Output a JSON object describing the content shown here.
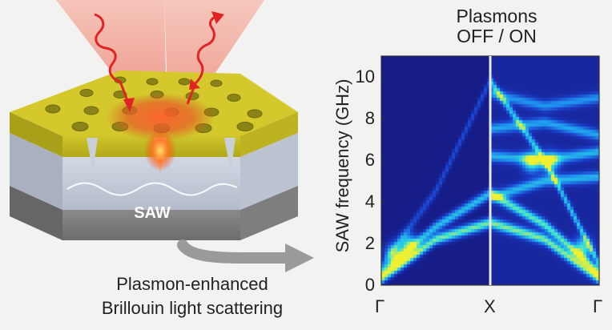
{
  "sample_label": "SAW",
  "caption": [
    "Plasmon-enhanced",
    "Brillouin light scattering"
  ],
  "plasmons_title": [
    "Plasmons",
    "OFF / ON"
  ],
  "colors": {
    "gold": "#c8c020",
    "substrate_top": "#c4ccd8",
    "substrate_bottom": "#7a7a7a",
    "laser": "#e83030",
    "arrow_gray": "#9a9a9a"
  },
  "icons": [
    "incoming-wavy-arrow-icon",
    "outgoing-wavy-arrow-icon",
    "process-arrow-icon"
  ],
  "chart_data": {
    "type": "heatmap",
    "title": "Plasmons OFF / ON",
    "ylabel": "SAW frequency (GHz)",
    "xlabel": "",
    "ylim": [
      0,
      11
    ],
    "y_ticks": [
      "0",
      "2",
      "4",
      "6",
      "8",
      "10"
    ],
    "x_ticks": [
      "Γ",
      "X",
      "Γ"
    ],
    "panels": [
      "OFF",
      "ON"
    ],
    "colormap": [
      "#141478",
      "#1c3cc8",
      "#1e90f0",
      "#30e0e0",
      "#f0f030"
    ],
    "bands": [
      {
        "name": "",
        "points": [
          [
            0.0,
            0.3
          ],
          [
            0.5,
            2.2
          ],
          [
            1.0,
            3.0
          ],
          [
            1.5,
            2.2
          ],
          [
            2.0,
            0.3
          ]
        ],
        "intensity_off": 0.8,
        "intensity_on": 0.75
      },
      {
        "name": "",
        "points": [
          [
            0.0,
            0.6
          ],
          [
            0.5,
            2.8
          ],
          [
            1.0,
            4.4
          ],
          [
            1.5,
            2.9
          ],
          [
            2.0,
            0.6
          ]
        ],
        "intensity_off": 0.6,
        "intensity_on": 0.7
      },
      {
        "name": "",
        "points": [
          [
            0.0,
            0.9
          ],
          [
            0.5,
            4.5
          ],
          [
            1.0,
            9.8
          ],
          [
            1.5,
            6.0
          ],
          [
            2.0,
            1.0
          ]
        ],
        "intensity_off": 0.25,
        "intensity_on": 0.55
      },
      {
        "name": "",
        "points": [
          [
            1.0,
            6.2
          ],
          [
            1.5,
            6.0
          ],
          [
            2.0,
            6.4
          ]
        ],
        "intensity_off": 0.0,
        "intensity_on": 0.5
      },
      {
        "name": "",
        "points": [
          [
            1.0,
            7.5
          ],
          [
            1.5,
            7.8
          ],
          [
            2.0,
            7.2
          ]
        ],
        "intensity_off": 0.0,
        "intensity_on": 0.45
      },
      {
        "name": "",
        "points": [
          [
            1.0,
            9.2
          ],
          [
            1.5,
            8.6
          ],
          [
            2.0,
            9.0
          ]
        ],
        "intensity_off": 0.0,
        "intensity_on": 0.4
      },
      {
        "name": "",
        "points": [
          [
            1.0,
            4.2
          ],
          [
            1.5,
            5.0
          ],
          [
            2.0,
            5.2
          ]
        ],
        "intensity_off": 0.0,
        "intensity_on": 0.5
      }
    ],
    "hotspots": [
      {
        "x": 0.12,
        "y": 1.5,
        "value": 1.0
      },
      {
        "x": 0.25,
        "y": 2.0,
        "value": 0.95
      },
      {
        "x": 1.38,
        "y": 5.9,
        "value": 0.95
      },
      {
        "x": 1.55,
        "y": 5.9,
        "value": 0.9
      },
      {
        "x": 1.85,
        "y": 1.8,
        "value": 0.95
      }
    ]
  }
}
